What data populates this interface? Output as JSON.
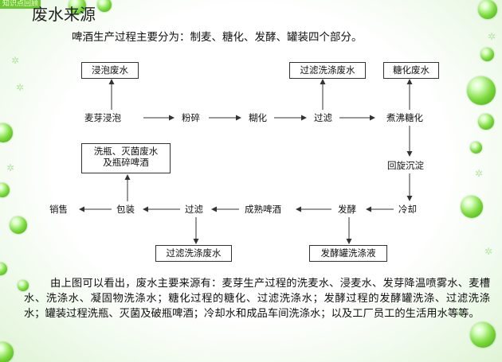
{
  "header": {
    "corner_label": "知识点回顾"
  },
  "slide": {
    "title": "废水来源",
    "intro": "啤酒生产过程主要分为：制麦、糖化、发酵、罐装四个部分。",
    "summary": "由上图可以看出，废水主要来源有：麦芽生产过程的洗麦水、浸麦水、发芽降温喷雾水、麦槽水、洗涤水、凝固物洗涤水；糖化过程的糖化、过滤洗涤水；发酵过程的发酵罐洗涤、过滤洗涤水；罐装过程洗瓶、灭菌及破瓶啤酒；冷却水和成品车间洗涤水；以及工厂员工的生活用水等等。"
  },
  "flow": {
    "steps": {
      "malt_soak": "麦芽浸泡",
      "crush": "粉碎",
      "mash": "糊化",
      "filter1": "过滤",
      "boil": "煮沸糖化",
      "whirlpool": "回旋沉淀",
      "cool": "冷却",
      "ferment": "发酵",
      "mature_beer": "成熟啤酒",
      "filter2": "过滤",
      "package": "包装",
      "sale": "销售"
    },
    "boxes": {
      "soak_waste": "浸泡废水",
      "filter_wash_waste_top": "过滤洗涤废水",
      "saccharify_waste": "糖化废水",
      "bottle_wash_line1": "洗瓶、灭菌废水",
      "bottle_wash_line2": "及瓶碎啤酒",
      "filter_wash_waste_bottom": "过滤洗涤废水",
      "ferment_tank_wash": "发酵罐洗涤液"
    }
  }
}
